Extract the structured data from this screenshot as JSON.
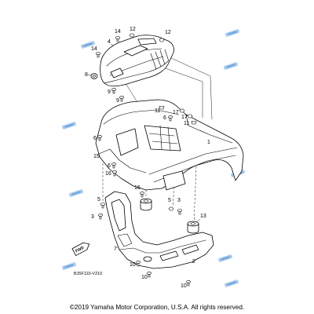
{
  "diagram": {
    "code": "BJ5F110-V210",
    "fwd_label": "FWD",
    "callouts": [
      "14",
      "12",
      "4",
      "12",
      "14",
      "8",
      "9",
      "9",
      "11",
      "6",
      "17",
      "17",
      "11",
      "6",
      "1",
      "15",
      "6",
      "16",
      "16",
      "5",
      "3",
      "5",
      "3",
      "13",
      "7",
      "10",
      "2",
      "10",
      "10"
    ]
  },
  "copyright": "©2019 Yamaha Motor Corporation, U.S.A. All rights reserved.",
  "colors": {
    "background": "#ffffff",
    "line": "#000000",
    "watermark": "#a9cbee"
  }
}
